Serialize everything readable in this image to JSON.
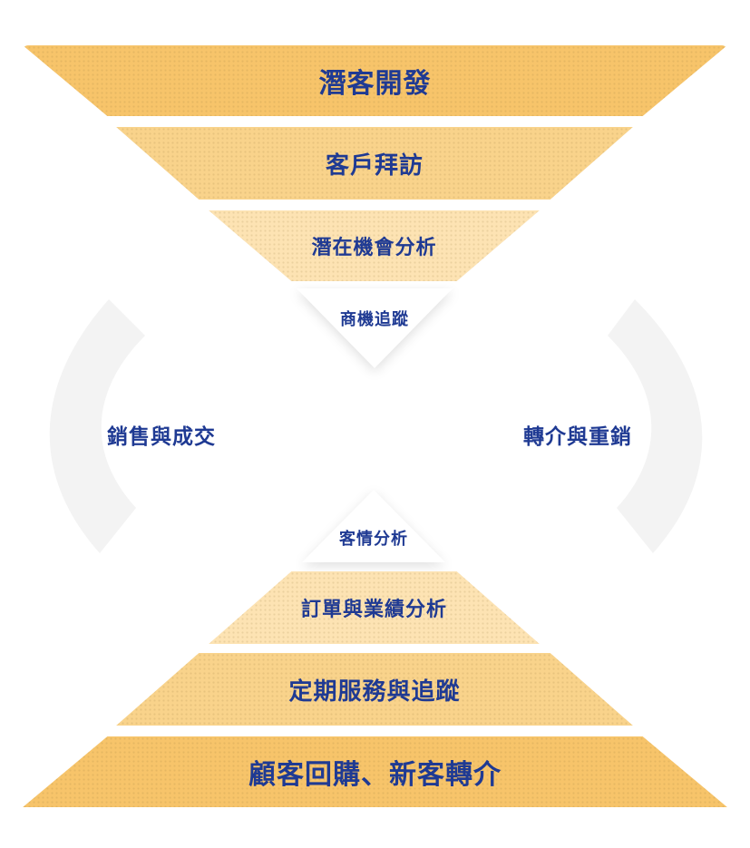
{
  "funnel": {
    "layers": [
      {
        "label": "潛客開發",
        "color": "#f7c46a"
      },
      {
        "label": "客戶拜訪",
        "color": "#f9d38b"
      },
      {
        "label": "潛在機會分析",
        "color": "#fde3b3"
      },
      {
        "label": "商機追蹤",
        "color": "#ffffff"
      }
    ]
  },
  "middle": {
    "left_label": "銷售與成交",
    "right_label": "轉介與重銷"
  },
  "pyramid": {
    "layers": [
      {
        "label": "客情分析",
        "color": "#ffffff"
      },
      {
        "label": "訂單與業績分析",
        "color": "#fde3b3"
      },
      {
        "label": "定期服務與追蹤",
        "color": "#f9d38b"
      },
      {
        "label": "顧客回購、新客轉介",
        "color": "#f7c46a"
      }
    ]
  }
}
